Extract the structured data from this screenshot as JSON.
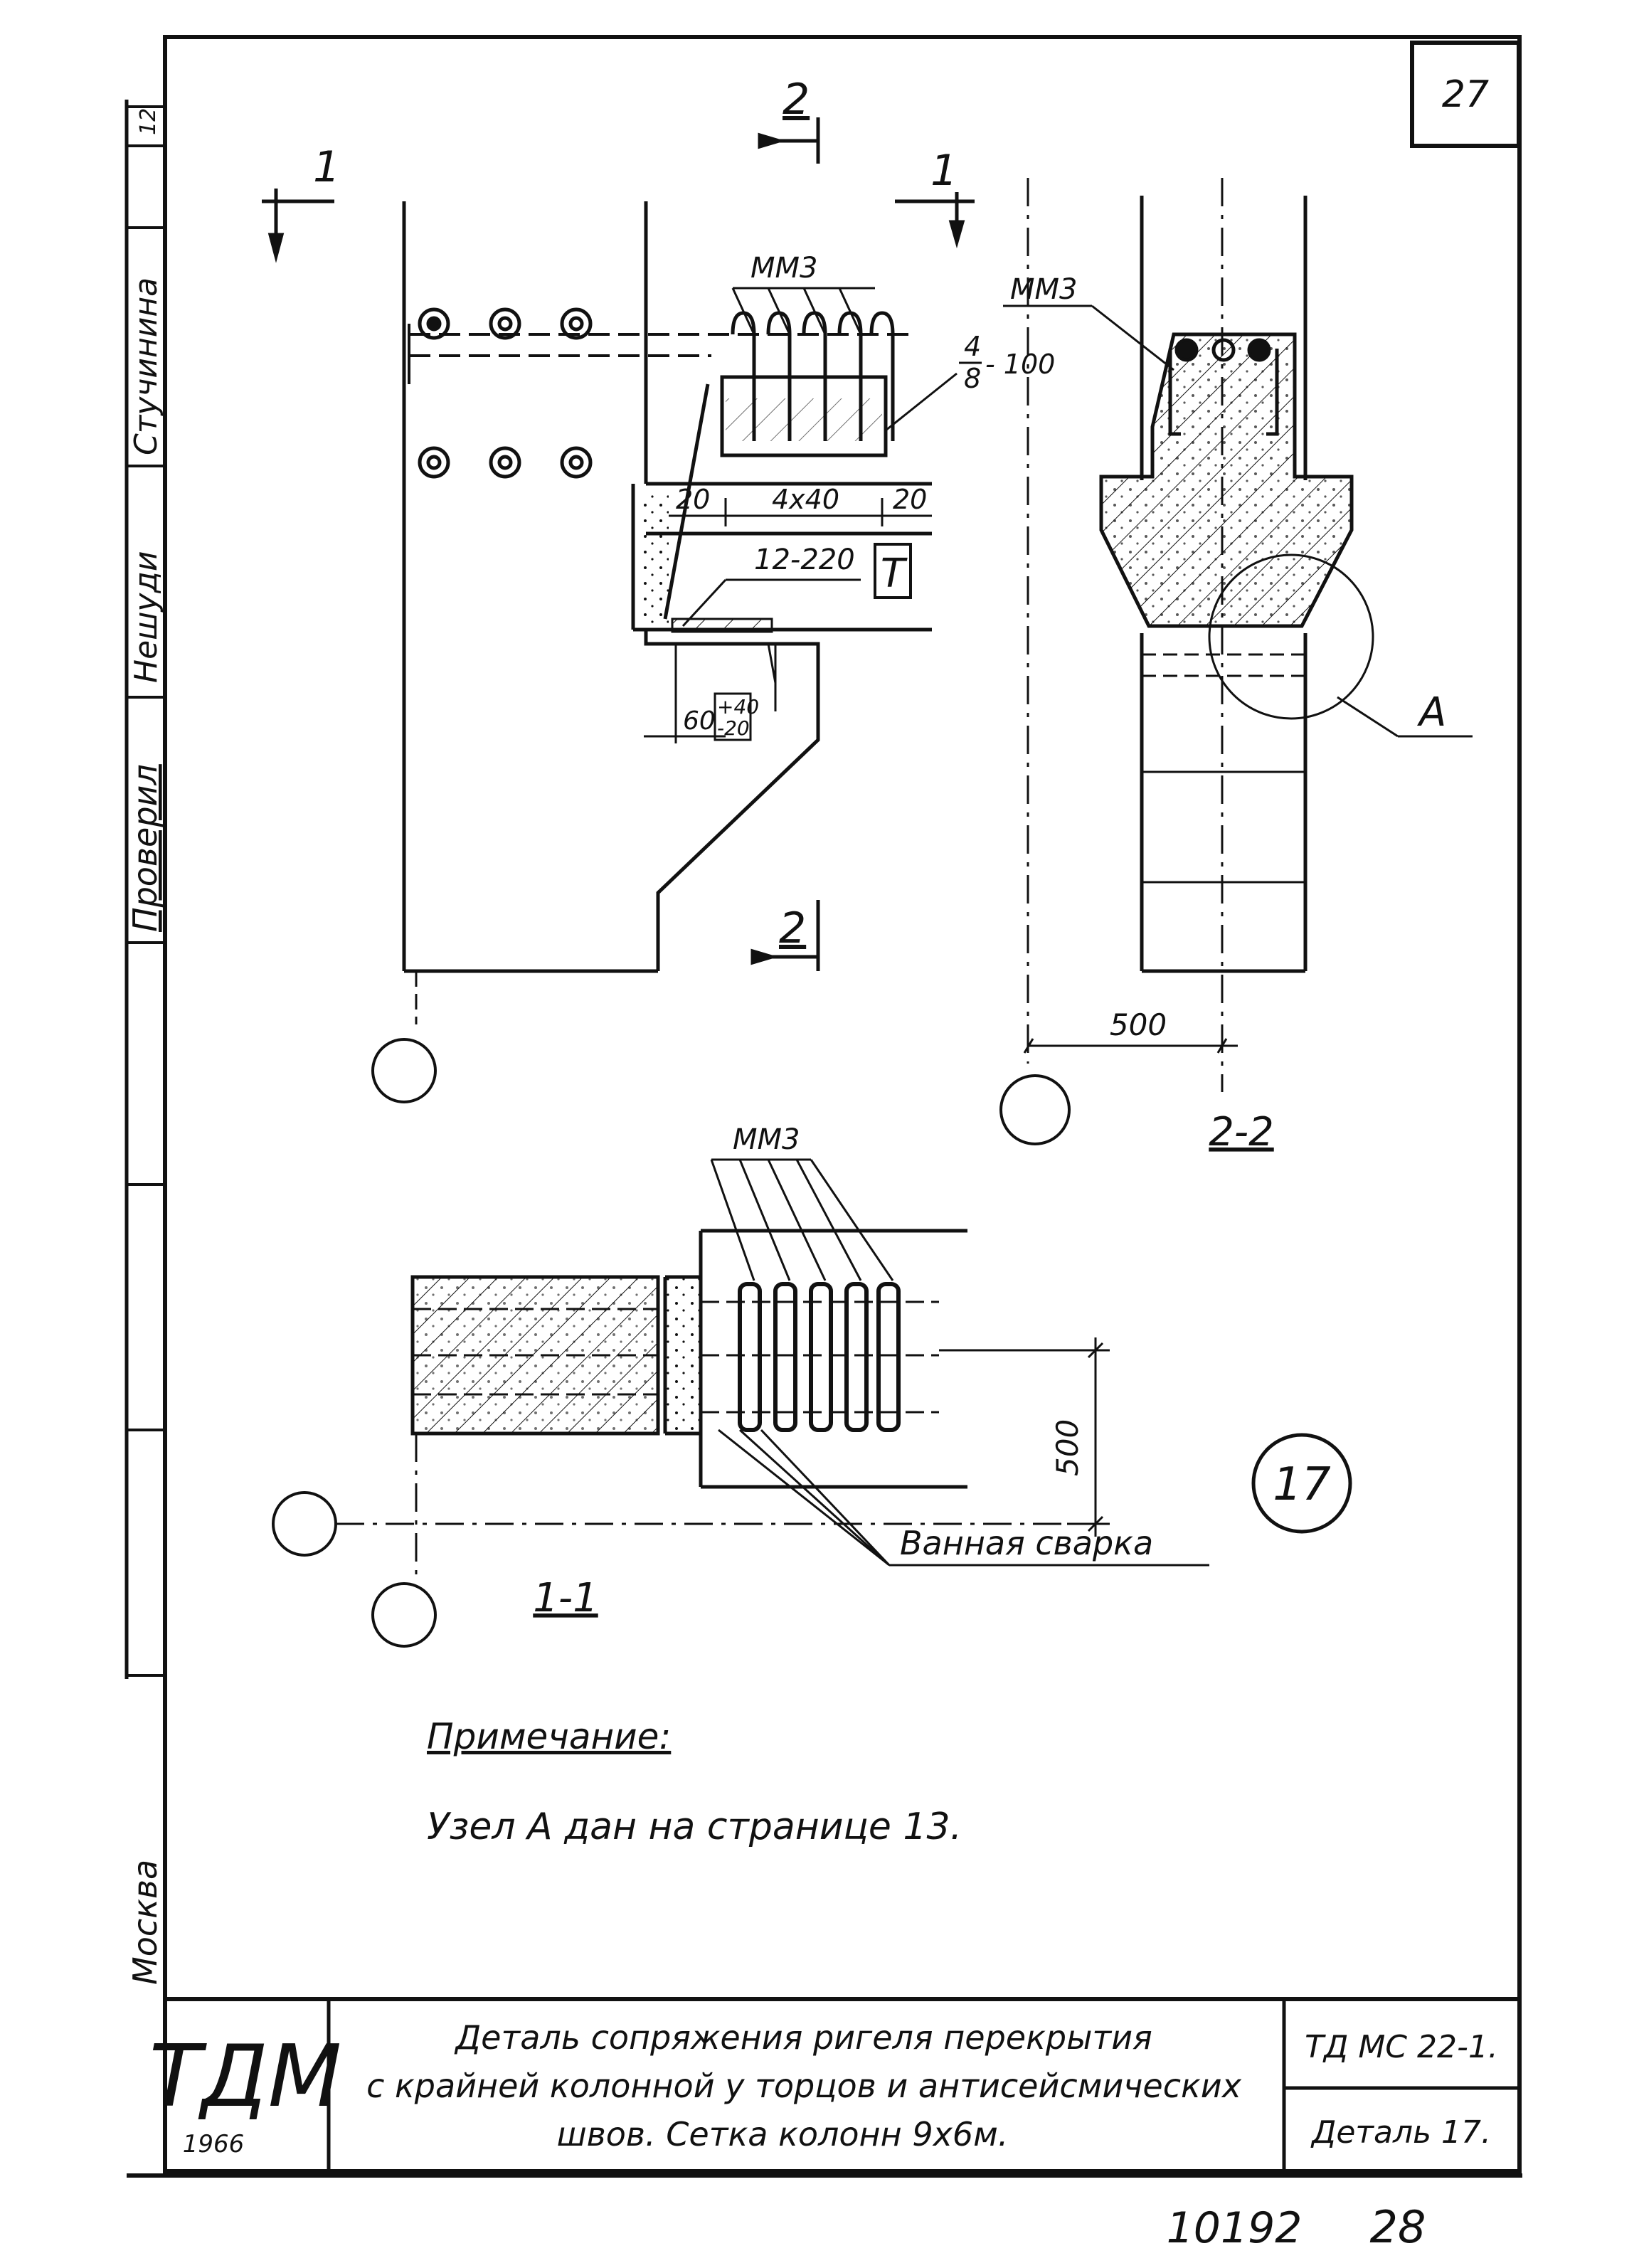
{
  "sheet": {
    "page_number": "27",
    "detail_number": "17",
    "footer_number": "10192",
    "footer_page": "28"
  },
  "side_stamp": {
    "top_mark": "12",
    "name_1": "Стучинина",
    "name_2": "Нешуди",
    "checked_label": "Проверил",
    "city": "Москва"
  },
  "title_block": {
    "org": "ТДМ",
    "year": "1966",
    "title_line_1": "Деталь сопряжения ригеля перекрытия",
    "title_line_2": "с крайней колонной у торцов и антисейсмических",
    "title_line_3": "швов. Сетка колонн 9х6м.",
    "series": "ТД МС 22-1.",
    "detail": "Деталь 17."
  },
  "drawing": {
    "section_1_mark": "1",
    "section_2_mark": "2",
    "mm3_label": "ММ3",
    "spacing_numerator": "4",
    "spacing_denominator": "8",
    "spacing_value": "- 100",
    "dim_20_left": "20",
    "dim_4x40": "4х40",
    "dim_20_right": "20",
    "weld_spec": "12-220",
    "weld_symbol": "T",
    "dim_60": "60",
    "tol_plus": "+40",
    "tol_minus": "-20",
    "dim_500_h": "500",
    "dim_500_v": "500",
    "node_label": "А",
    "view_2_2": "2-2",
    "view_1_1": "1-1",
    "bath_weld": "Ванная сварка"
  },
  "note": {
    "heading": "Примечание:",
    "text": "Узел А дан на странице 13."
  }
}
